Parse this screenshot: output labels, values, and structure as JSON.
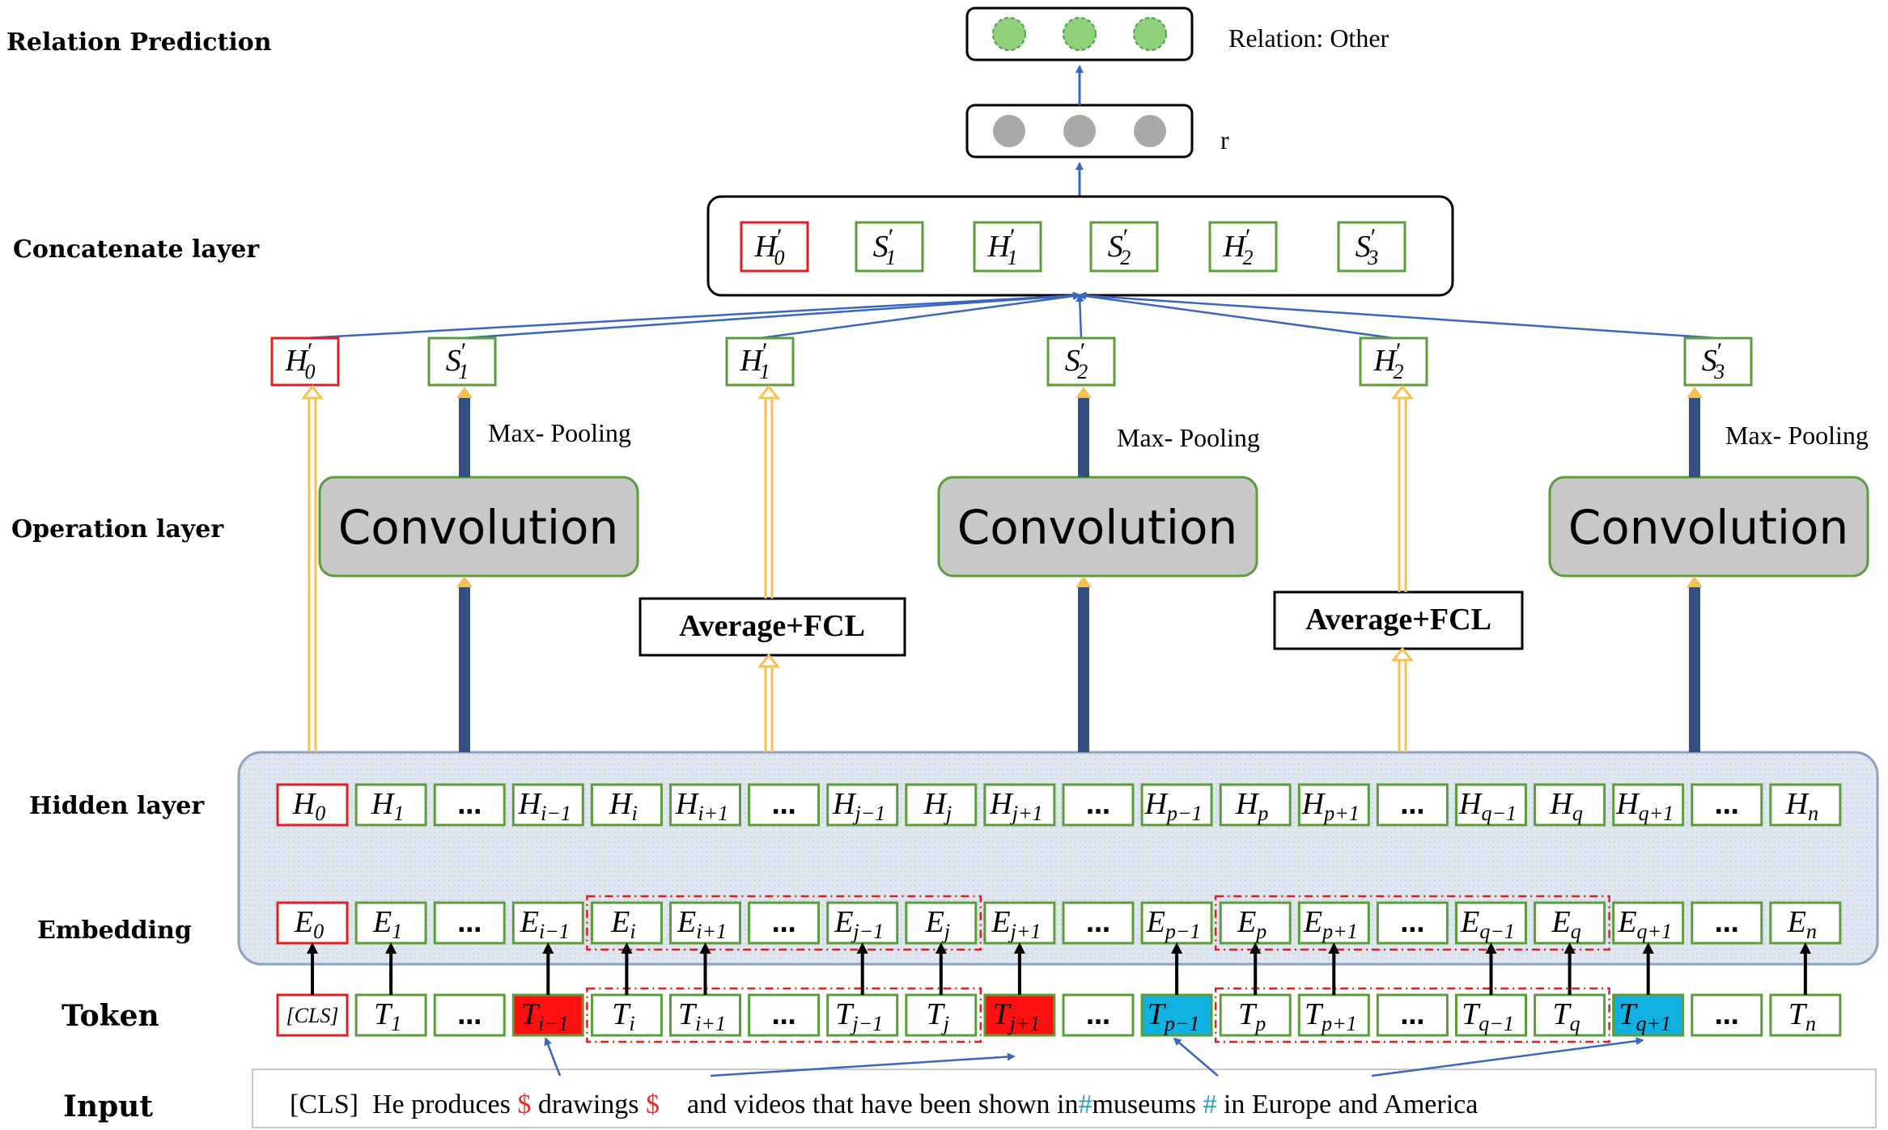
{
  "labels": {
    "relation": "Relation Prediction",
    "concat": "Concatenate layer",
    "operation": "Operation layer",
    "hidden": "Hidden layer",
    "embedding": "Embedding",
    "token": "Token",
    "input": "Input"
  },
  "output": {
    "relation_text": "Relation: Other",
    "r_label": "r"
  },
  "ops": {
    "conv1": "Convolution",
    "conv2": "Convolution",
    "conv3": "Convolution",
    "avg1": "Average+FCL",
    "avg2": "Average+FCL",
    "pool1": "Max- Pooling",
    "pool2": "Max- Pooling",
    "pool3": "Max- Pooling"
  },
  "concat": [
    {
      "base": "H",
      "sub": "0"
    },
    {
      "base": "S",
      "sub": "1"
    },
    {
      "base": "H",
      "sub": "1"
    },
    {
      "base": "S",
      "sub": "2"
    },
    {
      "base": "H",
      "sub": "2"
    },
    {
      "base": "S",
      "sub": "3"
    }
  ],
  "pooled": [
    {
      "base": "H",
      "sub": "0"
    },
    {
      "base": "S",
      "sub": "1"
    },
    {
      "base": "H",
      "sub": "1"
    },
    {
      "base": "S",
      "sub": "2"
    },
    {
      "base": "H",
      "sub": "2"
    },
    {
      "base": "S",
      "sub": "3"
    }
  ],
  "subs": [
    "0",
    "1",
    "…",
    "i−1",
    "i",
    "i+1",
    "…",
    "j−1",
    "j",
    "j+1",
    "…",
    "p−1",
    "p",
    "p+1",
    "…",
    "q−1",
    "q",
    "q+1",
    "…",
    "n"
  ],
  "hidden_base": "H",
  "embed_base": "E",
  "token_base": "T",
  "cls_token": "[CLS]",
  "input_parts": [
    {
      "text": "[CLS]  He produces ",
      "color": "#000000"
    },
    {
      "text": "$",
      "color": "#e03030"
    },
    {
      "text": " drawings ",
      "color": "#000000"
    },
    {
      "text": "$",
      "color": "#e03030"
    },
    {
      "text": "    and videos that have been shown in",
      "color": "#000000"
    },
    {
      "text": "#",
      "color": "#2a9fc0"
    },
    {
      "text": "museums ",
      "color": "#000000"
    },
    {
      "text": "#",
      "color": "#2a9fc0"
    },
    {
      "text": " in Europe and America",
      "color": "#000000"
    }
  ],
  "colors": {
    "green_border": "#5a9e3a",
    "red_border": "#e02020",
    "red_fill": "#ff1010",
    "cyan_fill": "#10b0e0",
    "blue_line": "#3a66c0",
    "dark_arrow": "#344f80",
    "yellow_arrow": "#f7c050",
    "grey_box": "#c8c8c8",
    "panel_fill": "#dfe6f0"
  }
}
